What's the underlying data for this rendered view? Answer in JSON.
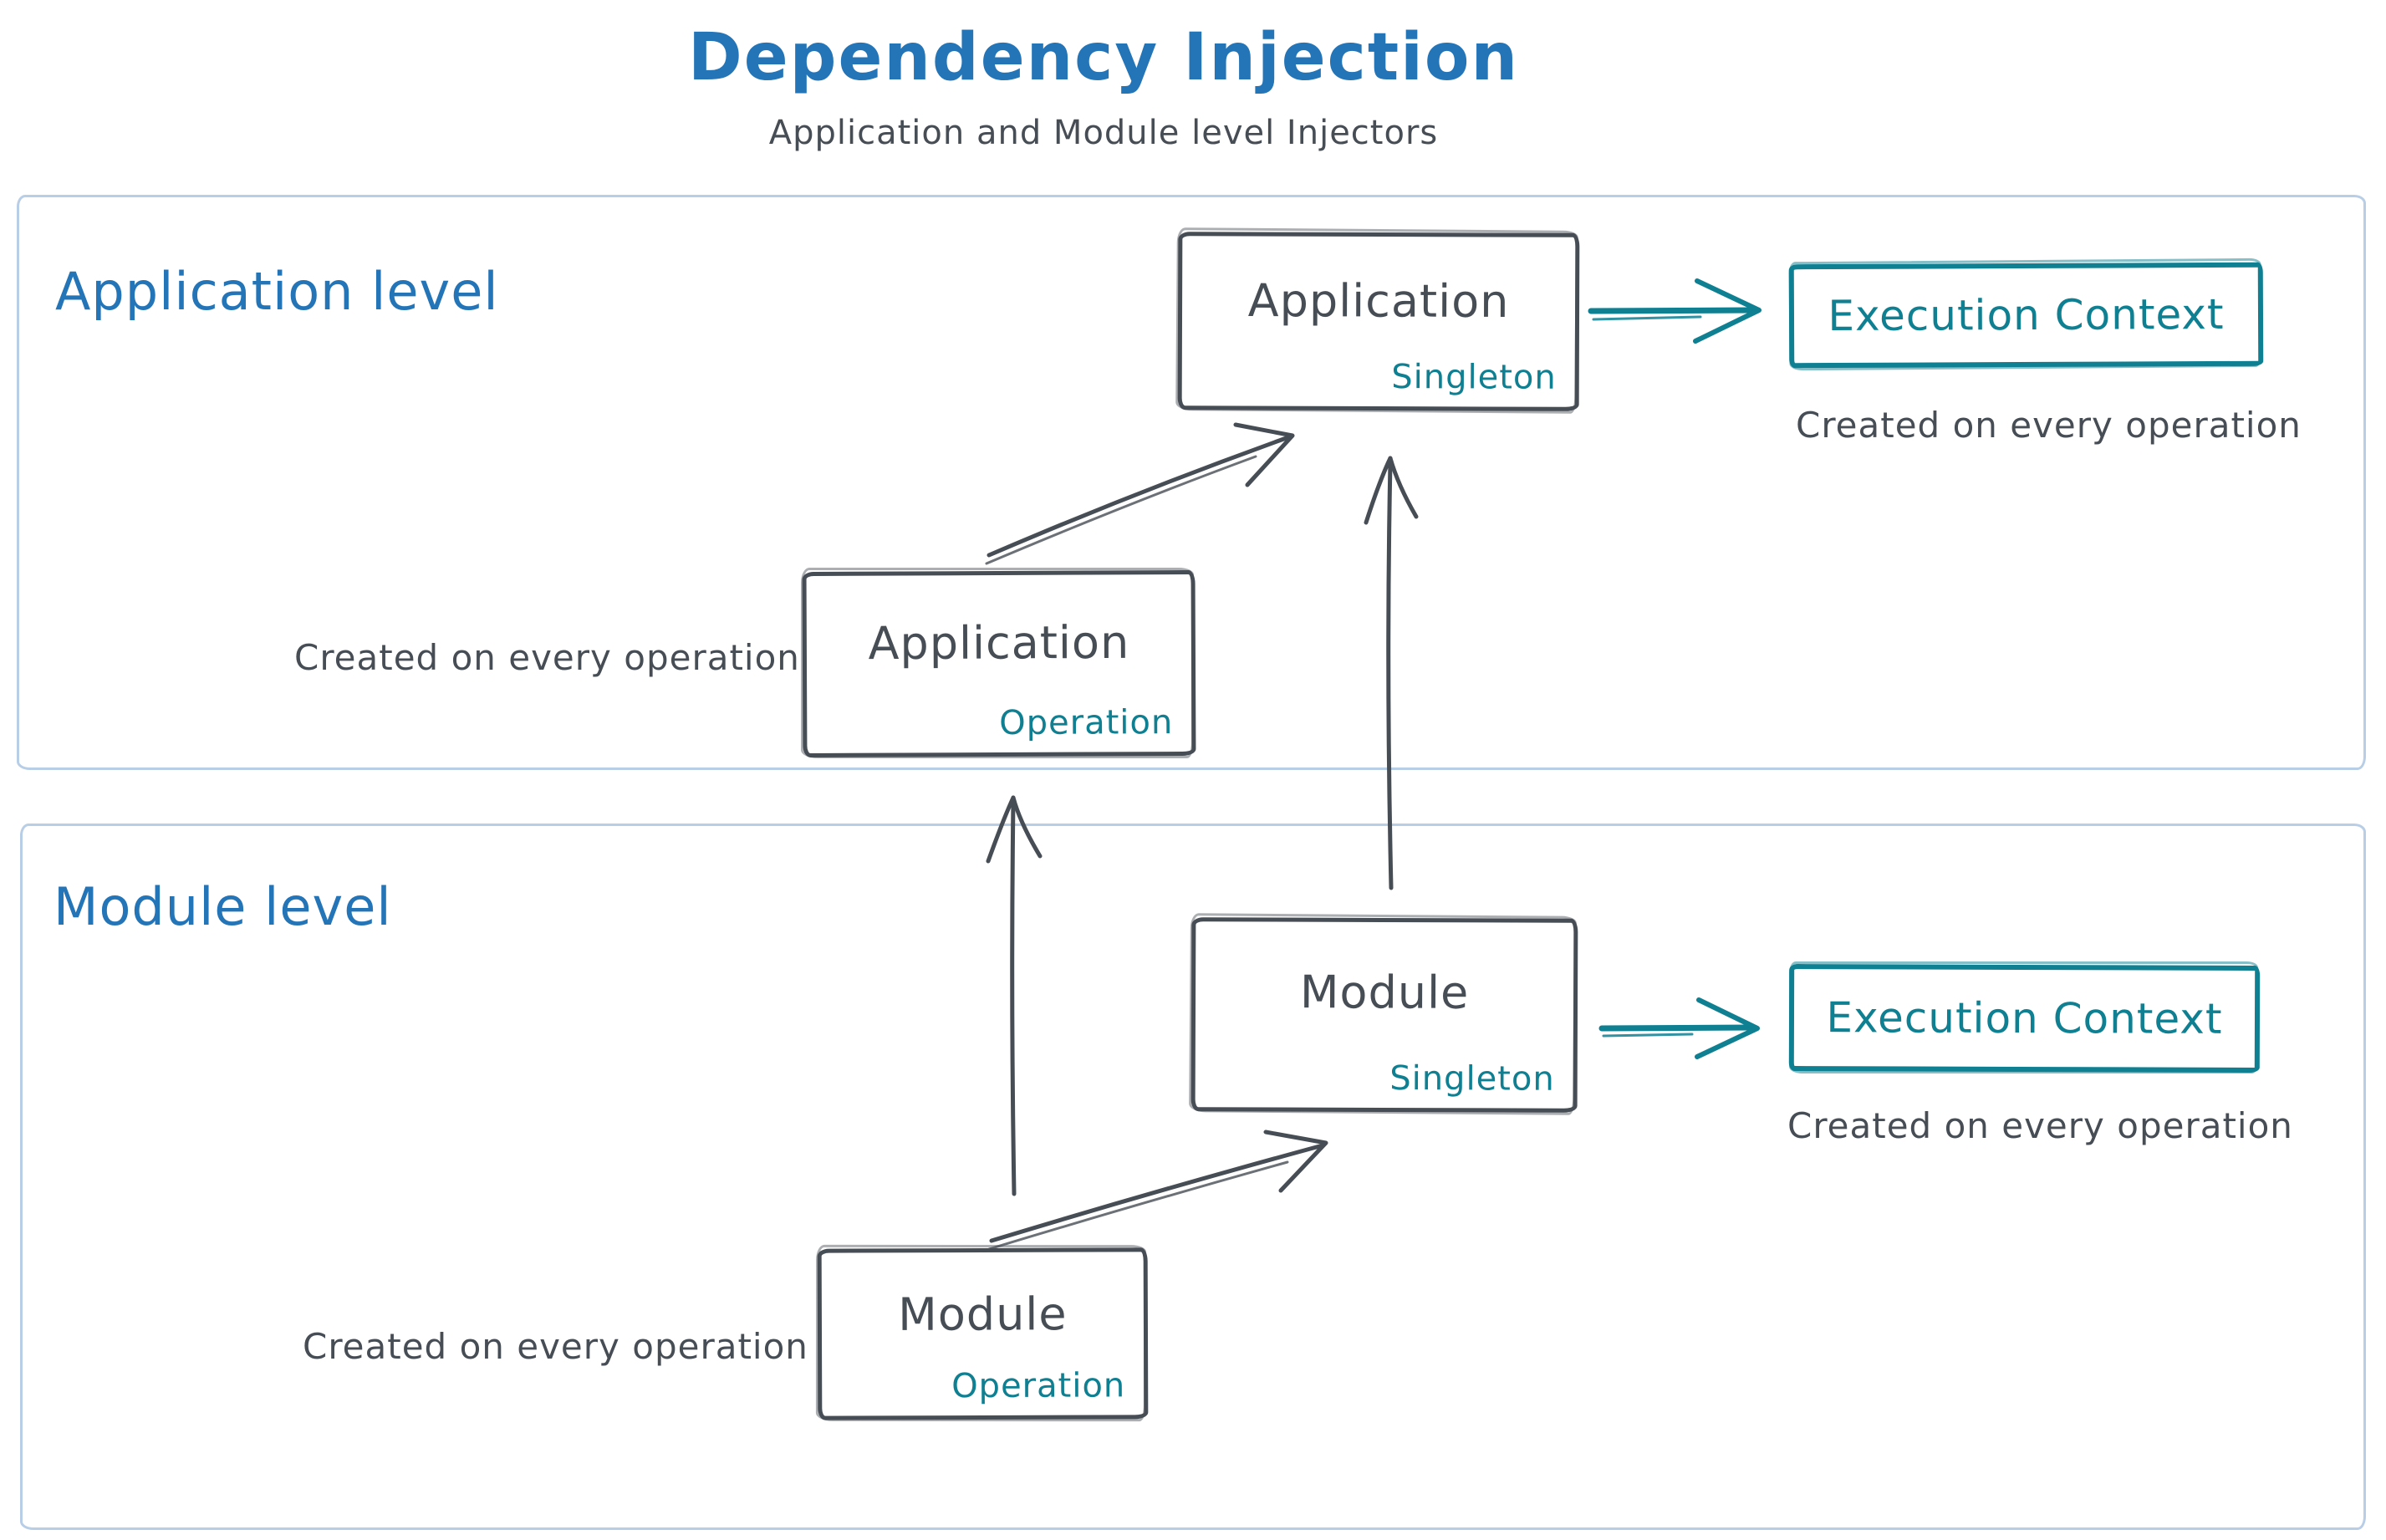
{
  "title": {
    "text": "Dependency Injection",
    "subtitle": "Application and Module level Injectors"
  },
  "colors": {
    "accent_blue": "#2474b8",
    "ink_gray": "#474d55",
    "teal": "#0f7f92",
    "container_border": "#b8cde6"
  },
  "sections": {
    "application": {
      "label": "Application level"
    },
    "module": {
      "label": "Module level"
    }
  },
  "nodes": {
    "app_singleton": {
      "title": "Application",
      "scope": "Singleton"
    },
    "app_operation": {
      "title": "Application",
      "scope": "Operation"
    },
    "module_singleton": {
      "title": "Module",
      "scope": "Singleton"
    },
    "module_operation": {
      "title": "Module",
      "scope": "Operation"
    },
    "execution_context_app": {
      "title": "Execution Context"
    },
    "execution_context_module": {
      "title": "Execution Context"
    }
  },
  "captions": {
    "execution_context_app": "Created on every operation",
    "app_operation": "Created on every operation",
    "execution_context_module": "Created on every operation",
    "module_operation": "Created on every operation"
  }
}
